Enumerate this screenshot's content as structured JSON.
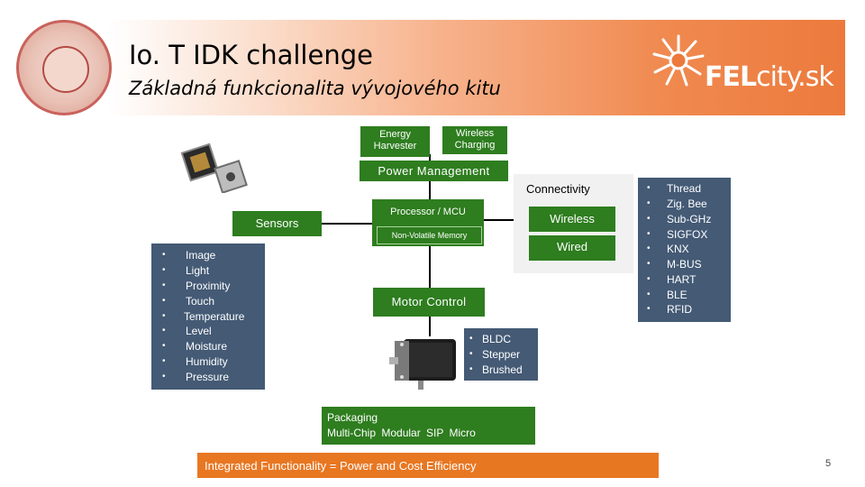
{
  "header": {
    "title": "Io. T IDK challenge",
    "subtitle": "Základná funkcionalita vývojového kitu",
    "logo": {
      "part1": "FEL",
      "part2": "city.sk"
    }
  },
  "blocks": {
    "energy_harvester": [
      "Energy",
      "Harvester"
    ],
    "wireless_charging": [
      "Wireless",
      "Charging"
    ],
    "power_management": "Power Management",
    "connectivity": "Connectivity",
    "wireless": "Wireless",
    "wired": "Wired",
    "processor": "Processor / MCU",
    "memory": "Non-Volatile Memory",
    "sensors": "Sensors",
    "motor_control": "Motor Control"
  },
  "sensor_types": [
    "Image",
    "Light",
    "Proximity",
    "Touch",
    "Temperature",
    "Level",
    "Moisture",
    "Humidity",
    "Pressure"
  ],
  "protocols": [
    "Thread",
    "Zig. Bee",
    "Sub-GHz",
    "SIGFOX",
    "KNX",
    "M-BUS",
    "HART",
    "BLE",
    "RFID"
  ],
  "motor_types": [
    "BLDC",
    "Stepper",
    "Brushed"
  ],
  "packaging": {
    "title": "Packaging",
    "items": "Multi-Chip Modular SIP Micro"
  },
  "footer": {
    "integrated": "Integrated Functionality = Power and Cost Efficiency",
    "page_number": "5"
  },
  "colors": {
    "green": "#2e7d1f",
    "navy": "#445a75",
    "orange": "#e87722",
    "banner_orange": "#ec7a3c"
  }
}
